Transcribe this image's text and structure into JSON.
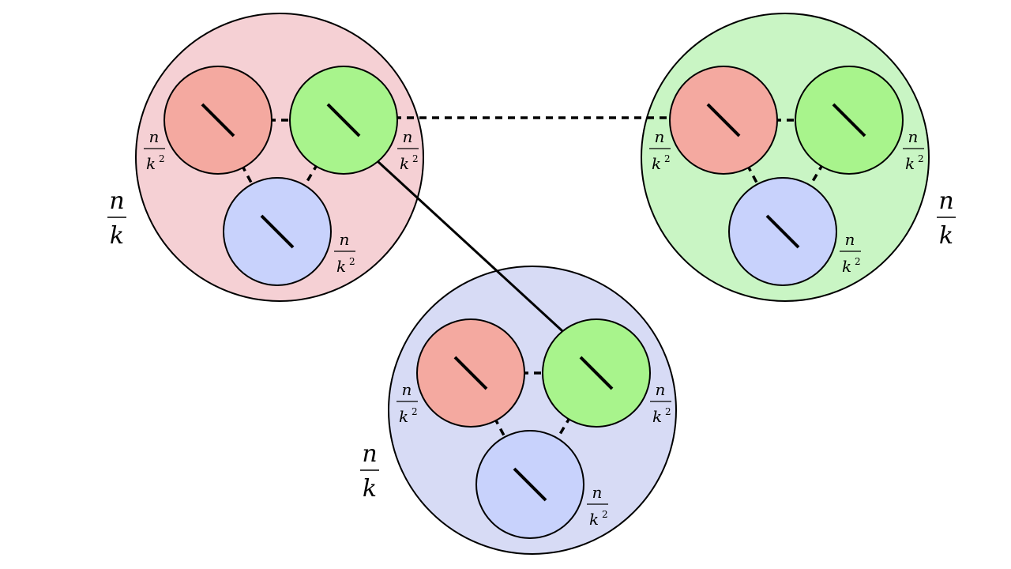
{
  "colors": {
    "group_red": "#f5d0d4",
    "group_green": "#c9f5c4",
    "group_blue": "#d7dbf5",
    "sub_red": "#f4a9a0",
    "sub_green": "#a8f48c",
    "sub_blue": "#c8d2fc",
    "stroke": "#000000"
  },
  "labels": {
    "group_numerator": "n",
    "group_denominator": "k",
    "sub_numerator": "n",
    "sub_denominator": "k",
    "sub_exponent": "2"
  },
  "groups": [
    {
      "id": "red",
      "label": "n/k"
    },
    {
      "id": "green",
      "label": "n/k"
    },
    {
      "id": "blue",
      "label": "n/k"
    }
  ]
}
